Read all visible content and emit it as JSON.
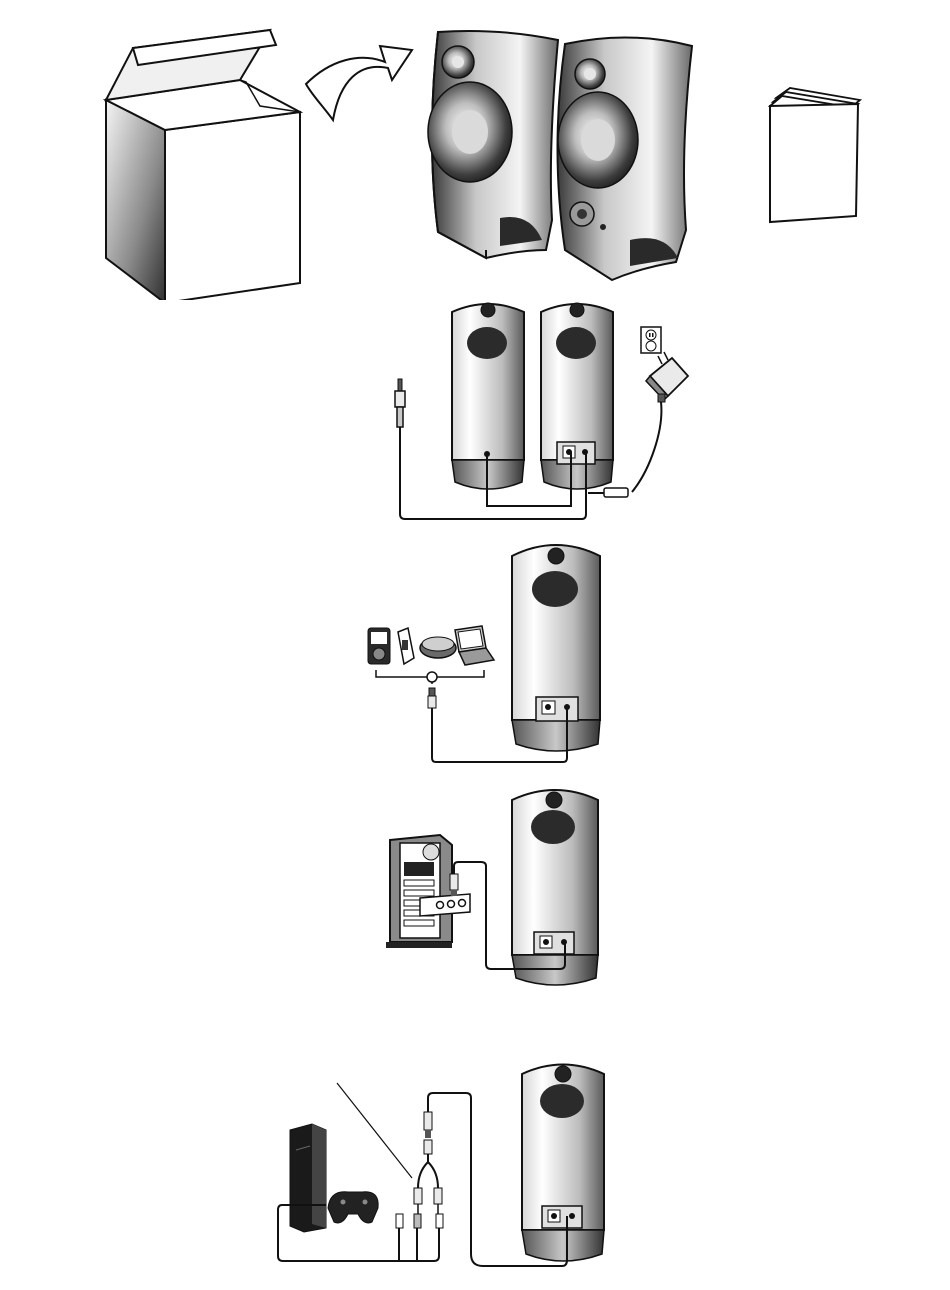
{
  "document": {
    "type": "illustrated setup guide",
    "language": "none"
  },
  "sections": [
    {
      "id": "unboxing",
      "items": [
        "open-box",
        "arrow",
        "speaker-left",
        "speaker-right-with-knob",
        "manual-booklet"
      ]
    },
    {
      "id": "power-and-link",
      "items": [
        "stereo-plug",
        "speaker-back-left",
        "speaker-back-right",
        "wall-outlet",
        "power-adapter"
      ]
    },
    {
      "id": "portable-devices",
      "items": [
        "mp3-player",
        "usb-player",
        "cd-player",
        "laptop",
        "splitter-jack",
        "speaker-back"
      ]
    },
    {
      "id": "computer",
      "items": [
        "pc-tower",
        "sound-card-jacks",
        "speaker-back"
      ]
    },
    {
      "id": "game-console",
      "items": [
        "game-console",
        "gamepad",
        "rca-to-stereo-adapter",
        "speaker-back"
      ]
    }
  ],
  "colors": {
    "ink": "#1a1a1a",
    "paper": "#ffffff",
    "shade_dark": "#3a3a3a",
    "shade_mid": "#8c8c8c",
    "shade_light": "#d9d9d9"
  }
}
